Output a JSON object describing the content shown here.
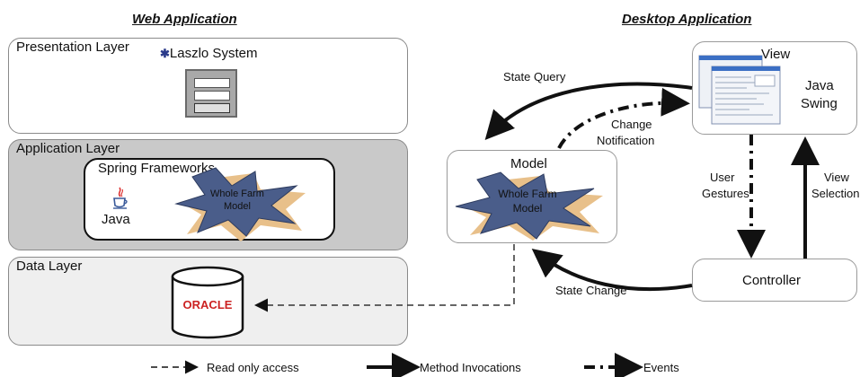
{
  "web_app": {
    "title": "Web Application",
    "presentation": {
      "label": "Presentation Layer",
      "laszlo": "Laszlo System"
    },
    "application": {
      "label": "Application Layer",
      "spring": "Spring Frameworks",
      "java": "Java",
      "model": [
        "Whole Farm",
        "Model"
      ]
    },
    "data": {
      "label": "Data Layer",
      "oracle": "ORACLE"
    }
  },
  "desktop_app": {
    "title": "Desktop Application",
    "model": {
      "label": "Model",
      "inner": [
        "Whole Farm",
        "Model"
      ]
    },
    "view": {
      "label": "View",
      "swing_line1": "Java",
      "swing_line2": "Swing"
    },
    "controller": {
      "label": "Controller"
    },
    "arrows": {
      "state_query": "State Query",
      "change_notification_1": "Change",
      "change_notification_2": "Notification",
      "user_gestures_1": "User",
      "user_gestures_2": "Gestures",
      "view_selection_1": "View",
      "view_selection_2": "Selection",
      "state_change": "State Change"
    }
  },
  "legend": {
    "read_only": "Read only access",
    "method_invocations": "Method Invocations",
    "events": "Events"
  },
  "colors": {
    "star_fill": "#4a5d8a",
    "star_shadow": "#e8c08a",
    "app_layer_bg": "#c9c9c9",
    "data_layer_bg": "#efefef",
    "oracle_red": "#cc2222"
  }
}
